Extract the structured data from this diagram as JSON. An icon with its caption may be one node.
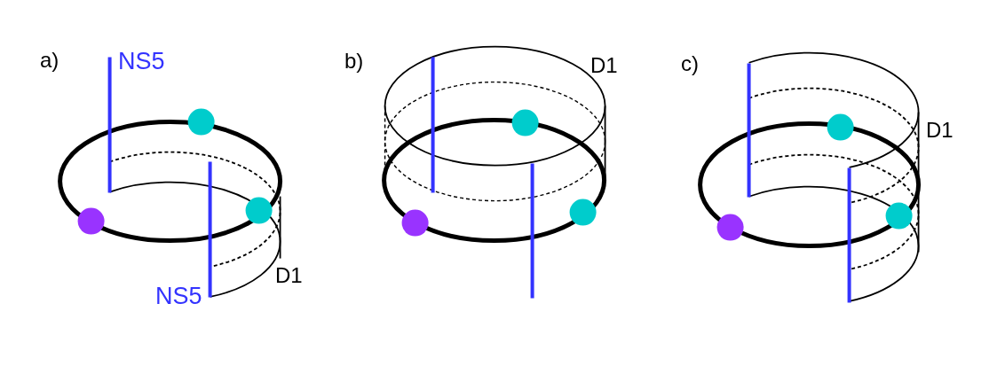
{
  "diagram": {
    "labels": [
      "a)",
      "NS5",
      "D1",
      "NS5",
      "b)",
      "D1",
      "c)",
      "D1"
    ]
  }
}
